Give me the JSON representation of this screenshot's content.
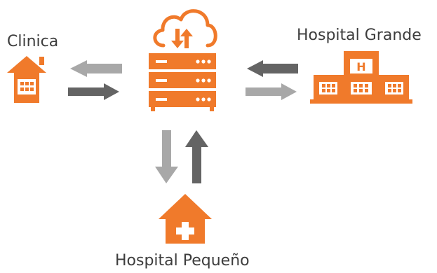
{
  "nodes": {
    "clinica": {
      "label": "Clinica"
    },
    "hospital_grande": {
      "label": "Hospital Grande",
      "sign_letter": "H"
    },
    "hospital_pequeno": {
      "label": "Hospital Pequeño"
    }
  },
  "colors": {
    "accent": "#F07A2B",
    "arrow_dark": "#646464",
    "arrow_light": "#A8A8A8",
    "label_text": "#3D3D3D",
    "background": "#FFFFFF"
  },
  "icons": {
    "server": "server-icon",
    "cloud_sync": "cloud-sync-icon",
    "clinic": "clinic-building-icon",
    "large_hospital": "hospital-building-icon",
    "small_hospital": "hospital-cross-house-icon"
  }
}
